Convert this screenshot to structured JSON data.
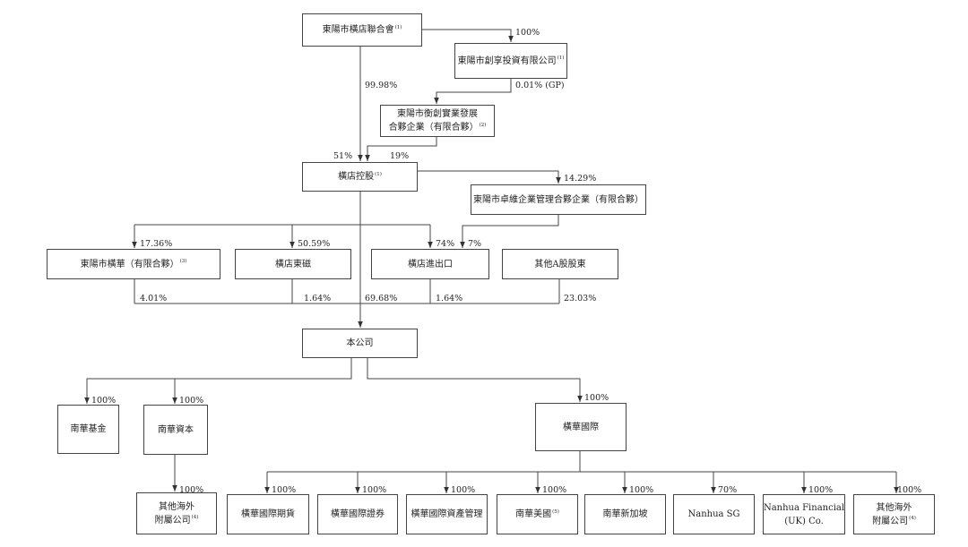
{
  "entities": {
    "dongyang_hengdian_association": {
      "name": "東陽市橫店聯合會",
      "note": "(1)"
    },
    "dongyang_chuangxiang": {
      "name": "東陽市創享投資有限公司",
      "note": "(1)"
    },
    "dongyang_yichuang": {
      "lines": [
        "東陽市衡創實業發展",
        "合夥企業（有限合夥）"
      ],
      "note": "(2)"
    },
    "hengdian_holdings": {
      "name": "橫店控股",
      "note": "(1)"
    },
    "dongyang_zhuowei": {
      "name": "東陽市卓維企業管理合夥企業（有限合夥）",
      "note": ""
    },
    "dongyang_henghua": {
      "name": "東陽市橫華（有限合夥）",
      "note": "(3)"
    },
    "hengdian_dmegc": {
      "name": "橫店東磁",
      "note": ""
    },
    "hengdian_import_export": {
      "name": "橫店進出口",
      "note": ""
    },
    "other_a_shareholders": {
      "name": "其他A股股東",
      "note": ""
    },
    "company": {
      "name": "本公司",
      "note": ""
    },
    "nanhua_fund": {
      "name": "南華基金",
      "note": ""
    },
    "nanhua_capital": {
      "name": "南華資本",
      "note": ""
    },
    "henghua_international": {
      "name": "橫華國際",
      "note": ""
    },
    "other_overseas_capital": {
      "lines": [
        "其他海外",
        "附屬公司"
      ],
      "note": "(4)"
    },
    "henghua_futures": {
      "name": "橫華國際期貨",
      "note": ""
    },
    "henghua_securities": {
      "name": "橫華國際證券",
      "note": ""
    },
    "henghua_asset_mgmt": {
      "name": "橫華國際資產管理",
      "note": ""
    },
    "nanhua_usa": {
      "name": "南華美國",
      "note": "(5)"
    },
    "nanhua_singapore": {
      "name": "南華新加坡",
      "note": ""
    },
    "nanhua_sg": {
      "name": "Nanhua SG",
      "note": ""
    },
    "nanhua_uk": {
      "lines": [
        "Nanhua Financial",
        "(UK) Co."
      ],
      "note": ""
    },
    "other_overseas_intl": {
      "lines": [
        "其他海外",
        "附屬公司"
      ],
      "note": "(4)"
    }
  },
  "percentages": {
    "association_to_chuangxiang": "100%",
    "association_to_yichuang": "99.98%",
    "chuangxiang_to_yichuang": "0.01% (GP)",
    "association_to_holdings": "51%",
    "yichuang_to_holdings": "19%",
    "holdings_to_zhuowei": "14.29%",
    "holdings_to_henghua_lp": "17.36%",
    "holdings_to_dmegc": "50.59%",
    "holdings_to_import_export": "74%",
    "zhuowei_to_import_export": "7%",
    "henghua_lp_to_company": "4.01%",
    "dmegc_to_company": "1.64%",
    "holdings_to_company": "69.68%",
    "import_export_to_company": "1.64%",
    "other_a_to_company": "23.03%",
    "company_to_fund": "100%",
    "company_to_capital": "100%",
    "company_to_intl": "100%",
    "capital_to_overseas": "100%",
    "intl_to_futures": "100%",
    "intl_to_securities": "100%",
    "intl_to_asset_mgmt": "100%",
    "intl_to_usa": "100%",
    "intl_to_singapore": "100%",
    "intl_to_sg": "70%",
    "intl_to_uk": "100%",
    "intl_to_overseas": "100%"
  },
  "colors": {
    "line": "#444444",
    "border": "#444444",
    "text": "#222222"
  }
}
